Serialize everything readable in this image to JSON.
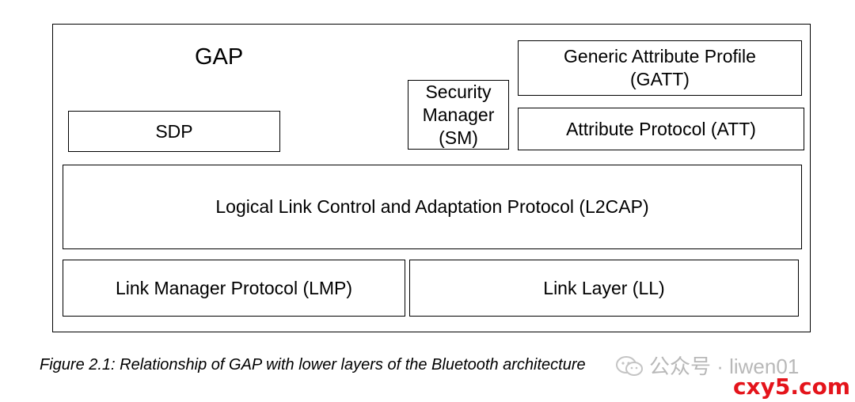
{
  "diagram": {
    "gap_label": "GAP",
    "sdp": "SDP",
    "security_manager": [
      "Security",
      "Manager",
      "(SM)"
    ],
    "gatt": [
      "Generic Attribute Profile",
      "(GATT)"
    ],
    "att": "Attribute Protocol (ATT)",
    "l2cap": "Logical Link Control and Adaptation Protocol (L2CAP)",
    "lmp": "Link Manager Protocol (LMP)",
    "ll": "Link Layer (LL)"
  },
  "caption": "Figure 2.1:  Relationship of GAP with lower layers of the Bluetooth architecture",
  "watermark": {
    "icon": "wechat-icon",
    "text": "公众号 · liwen01"
  },
  "brand": {
    "text": "cxy5.com",
    "color": "#e4141b"
  }
}
